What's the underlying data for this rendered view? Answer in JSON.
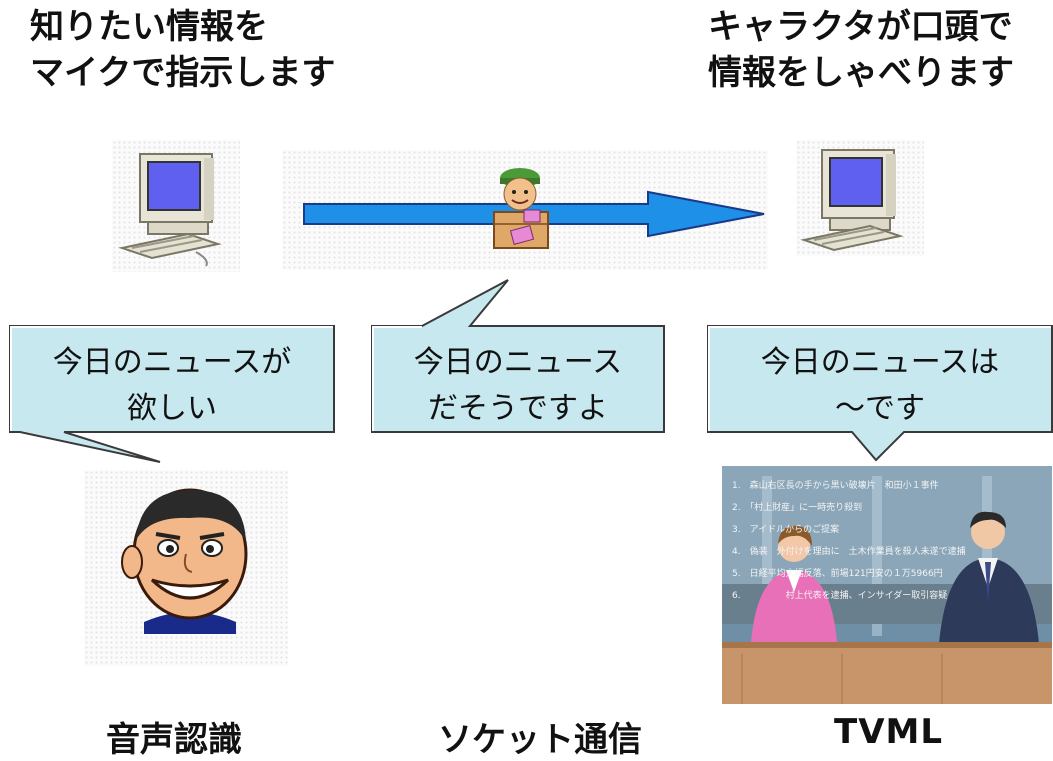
{
  "top_captions": {
    "left": [
      "知りたい情報を",
      "マイクで指示します"
    ],
    "right": [
      "キャラクタが口頭で",
      "情報をしゃべります"
    ]
  },
  "bubbles": {
    "left": [
      "今日のニュースが",
      "欲しい"
    ],
    "middle": [
      "今日のニュース",
      "だそうですよ"
    ],
    "right": [
      "今日のニュースは",
      "～です"
    ]
  },
  "bottom_labels": {
    "speech_recognition": "音声認識",
    "socket": "ソケット通信",
    "tvml": "TVML"
  },
  "tv_screen": {
    "news_items": [
      "1.　森山右区長の手から黒い破壊片　和田小１事件",
      "2.　「村上財産」に一時売り殺到",
      "3.　アイドルからのご提案",
      "4.　偽装　外付けを理由に　土木作業員を殺人未遂で逮捕",
      "5.　日経平均大幅反落、前場121円安の１万5966円",
      "6.　　　　　村上代表を逮捕、インサイダー取引容疑"
    ]
  },
  "colors": {
    "bubble_fill": "#c8e8ef",
    "bubble_stroke": "#3a3a3a",
    "arrow": "#1e90e8",
    "arrow_stroke": "#1a3a8a"
  }
}
